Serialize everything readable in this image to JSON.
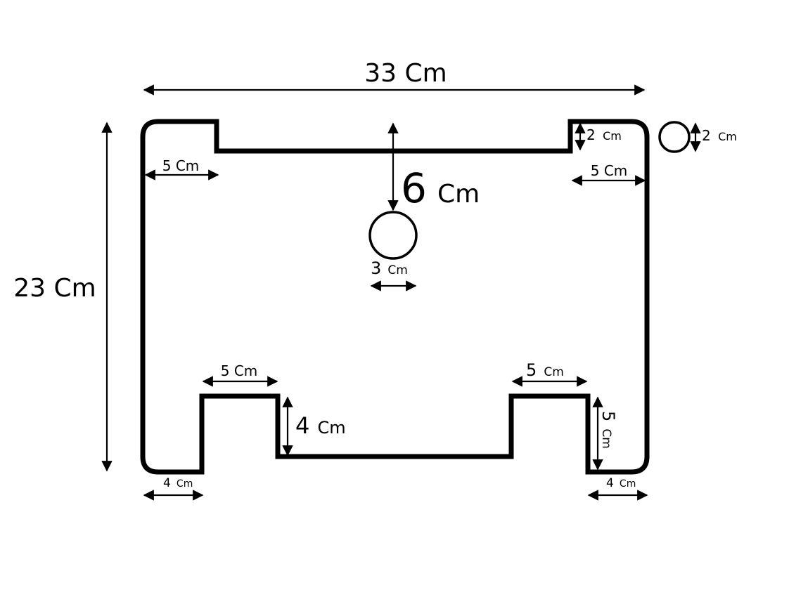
{
  "dimensions": {
    "overall_width": "33 Cm",
    "overall_height": "23 Cm",
    "top_left_notch_width": "5 Cm",
    "top_right_notch_width": "5 Cm",
    "top_notch_depth_value": "2",
    "top_notch_depth_unit": "Cm",
    "small_hole_value": "2",
    "small_hole_unit": "Cm",
    "hole_offset_value": "6",
    "hole_offset_unit": "Cm",
    "hole_diameter_value": "3",
    "hole_diameter_unit": "Cm",
    "bottom_left_tab_width": "5 Cm",
    "bottom_right_tab_value": "5",
    "bottom_right_tab_unit": "Cm",
    "cutout_depth_value": "4",
    "cutout_depth_unit": "Cm",
    "right_leg_height_value": "5",
    "right_leg_height_unit": "Cm",
    "bottom_left_leg_value": "4",
    "bottom_left_leg_unit": "Cm",
    "bottom_right_leg_value": "4",
    "bottom_right_leg_unit": "Cm"
  }
}
